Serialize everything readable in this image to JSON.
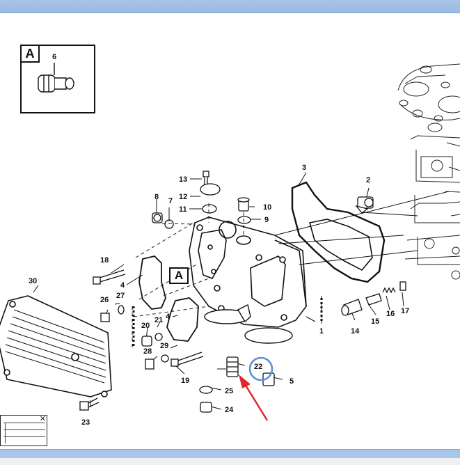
{
  "detail": {
    "letter": "A",
    "part_number": "6"
  },
  "callout_letter": "A",
  "labels": {
    "p1": "1",
    "p2": "2",
    "p3": "3",
    "p4a": "4",
    "p4b": "4",
    "p5": "5",
    "p7": "7",
    "p8": "8",
    "p9": "9",
    "p10": "10",
    "p11": "11",
    "p12": "12",
    "p13": "13",
    "p14": "14",
    "p15": "15",
    "p16": "16",
    "p17": "17",
    "p18": "18",
    "p19": "19",
    "p20": "20",
    "p21": "21",
    "p22": "22",
    "p23": "23",
    "p24": "24",
    "p25": "25",
    "p26": "26",
    "p27": "27",
    "p28": "28",
    "p29": "29",
    "p30": "30"
  },
  "mini_window": {
    "close_glyph": "✕"
  },
  "colors": {
    "highlight_circle": "#5b8fd6",
    "arrow": "#e0262b",
    "bar": "#a8c4e6"
  }
}
